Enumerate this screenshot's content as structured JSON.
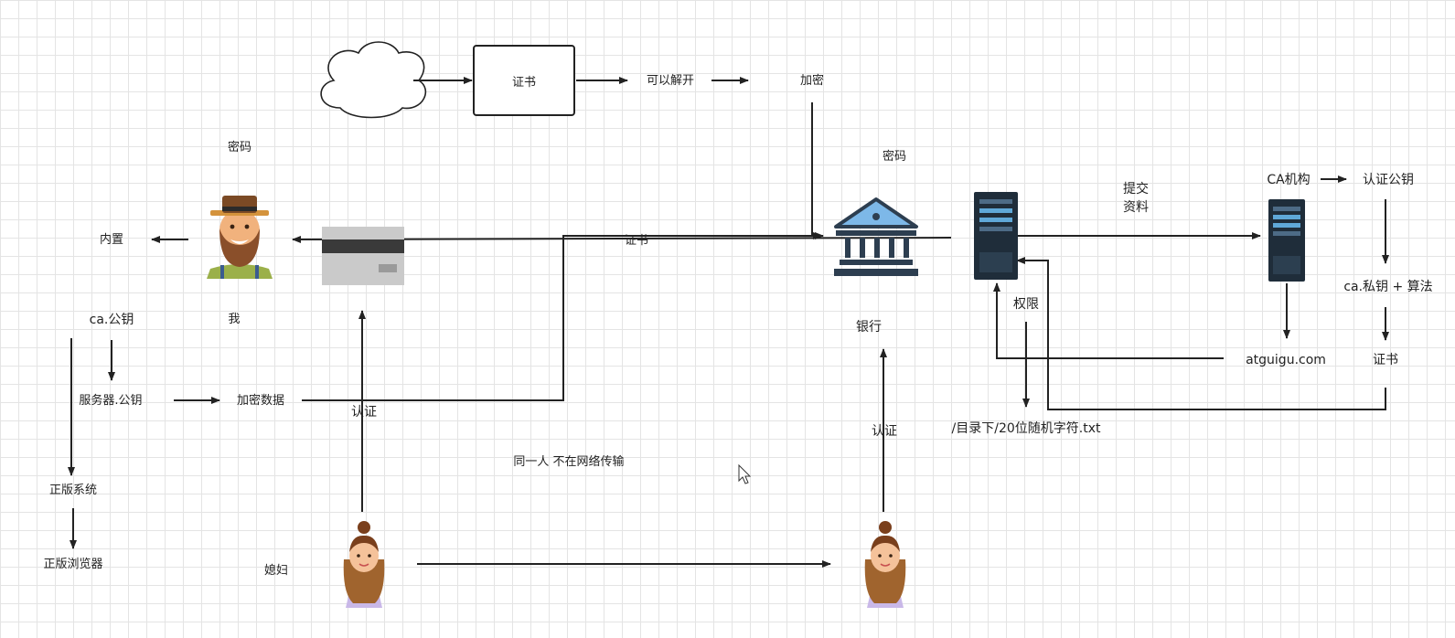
{
  "labels": {
    "certificate_box": "证书",
    "can_unlock": "可以解开",
    "encrypt_top": "加密",
    "password_left": "密码",
    "password_right": "密码",
    "submit_materials": "提交\n资料",
    "ca_org": "CA机构",
    "auth_public_key": "认证公钥",
    "builtin": "内置",
    "certificate_mid": "证书",
    "ca_public_key": "ca.公钥",
    "me": "我",
    "bank": "银行",
    "permission": "权限",
    "ca_private_key_algo": "ca.私钥 + 算法",
    "atguigu": "atguigu.com",
    "certificate_right": "证书",
    "server_public_key": "服务器.公钥",
    "encrypted_data": "加密数据",
    "auth_left": "认证",
    "auth_right": "认证",
    "file_path": "/目录下/20位随机字符.txt",
    "same_person": "同一人 不在网络传输",
    "genuine_system": "正版系统",
    "genuine_browser": "正版浏览器",
    "daughter_in_law": "媳妇"
  },
  "icons": [
    "cloud-icon",
    "farmer-avatar-icon",
    "bank-card-icon",
    "bank-building-icon",
    "server-icon",
    "woman-avatar-icon",
    "mouse-cursor-icon"
  ],
  "colors": {
    "line": "#222222",
    "server_dark": "#1f2d3a",
    "server_accent": "#5fa8d8",
    "bank_fill": "#7db8e8",
    "bank_dark": "#2d3e50",
    "card_gray": "#c8c8c8"
  }
}
